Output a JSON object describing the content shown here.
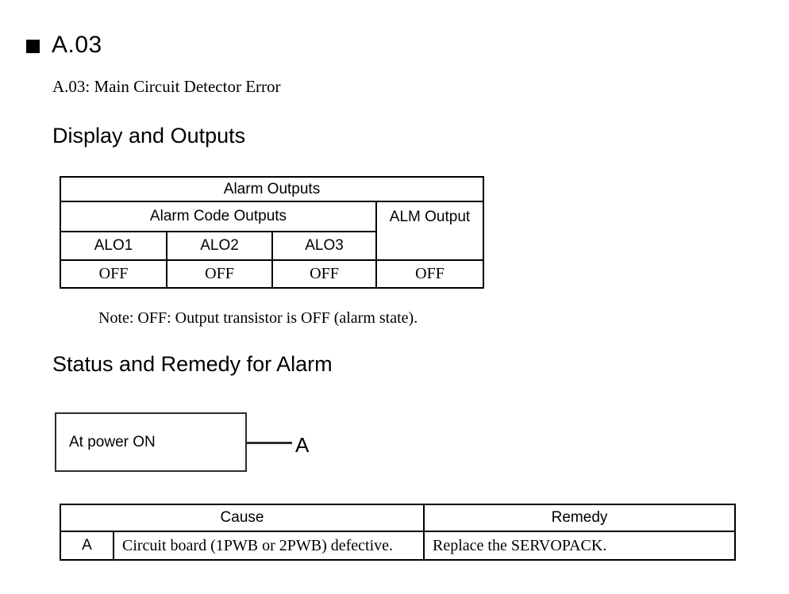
{
  "icons": {
    "section_bullet": "black-square"
  },
  "heading": "A.03",
  "subtitle": "A.03: Main Circuit Detector Error",
  "display_outputs": {
    "title": "Display and Outputs",
    "table": {
      "title": "Alarm Outputs",
      "group_header": "Alarm Code Outputs",
      "alm_header": "ALM Output",
      "columns": [
        "ALO1",
        "ALO2",
        "ALO3"
      ],
      "values": [
        "OFF",
        "OFF",
        "OFF"
      ],
      "alm_value": "OFF"
    },
    "note": "Note: OFF: Output transistor is OFF (alarm state)."
  },
  "status_remedy": {
    "title": "Status and Remedy for Alarm",
    "flow": {
      "box_label": "At power ON",
      "connector_label": "A"
    },
    "table": {
      "headers": [
        "Cause",
        "Remedy"
      ],
      "rows": [
        {
          "key": "A",
          "cause": "Circuit board (1PWB or 2PWB) defective.",
          "remedy": "Replace the SERVOPACK."
        }
      ]
    }
  }
}
